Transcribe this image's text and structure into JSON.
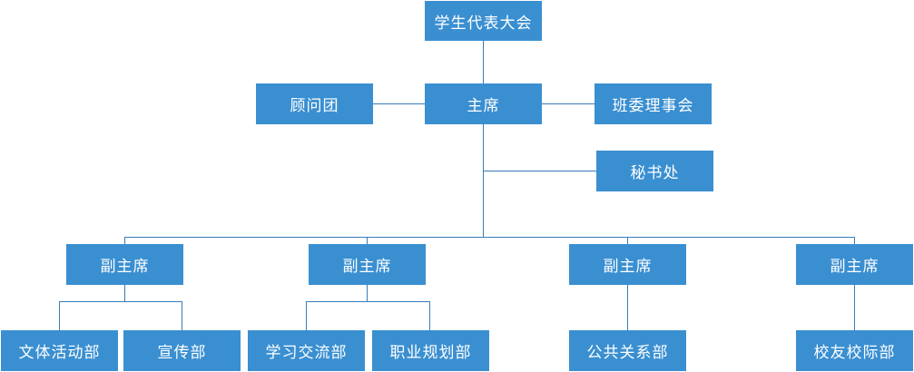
{
  "nodes": {
    "congress": "学生代表大会",
    "chairman": "主席",
    "advisors": "顾问团",
    "class_council": "班委理事会",
    "secretariat": "秘书处",
    "vice_chair_1": "副主席",
    "vice_chair_2": "副主席",
    "vice_chair_3": "副主席",
    "vice_chair_4": "副主席",
    "dept_culture_sports": "文体活动部",
    "dept_publicity": "宣传部",
    "dept_learning": "学习交流部",
    "dept_career": "职业规划部",
    "dept_public_relations": "公共关系部",
    "dept_alumni": "校友校际部"
  },
  "colors": {
    "box": "#3a8fd1",
    "line": "#3a7cba",
    "text": "#ffffff"
  }
}
